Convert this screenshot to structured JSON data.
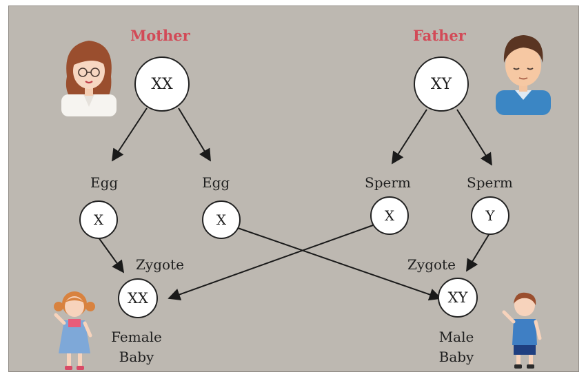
{
  "parents": {
    "mother": {
      "label": "Mother",
      "genotype": "XX"
    },
    "father": {
      "label": "Father",
      "genotype": "XY"
    }
  },
  "gametes": [
    {
      "label": "Egg",
      "chromosome": "X"
    },
    {
      "label": "Egg",
      "chromosome": "X"
    },
    {
      "label": "Sperm",
      "chromosome": "X"
    },
    {
      "label": "Sperm",
      "chromosome": "Y"
    }
  ],
  "zygotes": [
    {
      "label": "Zygote",
      "genotype": "XX",
      "baby": [
        "Female",
        "Baby"
      ]
    },
    {
      "label": "Zygote",
      "genotype": "XY",
      "baby": [
        "Male",
        "Baby"
      ]
    }
  ],
  "colors": {
    "background": "#bdb8b1",
    "parent_label": "#d24a57",
    "arrow": "#1a1a1a"
  }
}
